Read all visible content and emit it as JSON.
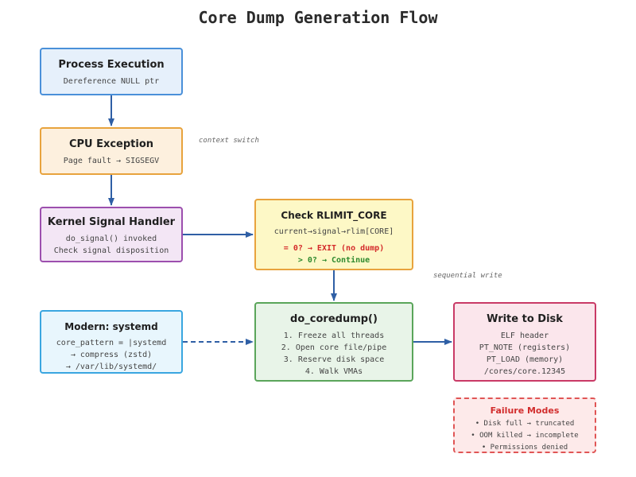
{
  "title": "Core Dump Generation Flow",
  "nodes": {
    "process": {
      "title": "Process Execution",
      "lines": [
        "Dereference NULL ptr"
      ]
    },
    "cpu": {
      "title": "CPU Exception",
      "lines": [
        "Page fault → SIGSEGV"
      ]
    },
    "kernel": {
      "title": "Kernel Signal Handler",
      "lines": [
        "do_signal() invoked",
        "Check signal disposition"
      ]
    },
    "rlimit": {
      "title": "Check RLIMIT_CORE",
      "lines": [
        "current→signal→rlim[CORE]",
        "= 0? → EXIT (no dump)",
        "> 0? → Continue"
      ]
    },
    "coredump": {
      "title": "do_coredump()",
      "lines": [
        "1. Freeze all threads",
        "2. Open core file/pipe",
        "3. Reserve disk space",
        "4. Walk VMAs"
      ]
    },
    "systemd": {
      "title": "Modern: systemd",
      "lines": [
        "core_pattern = |systemd",
        "→ compress (zstd)",
        "→ /var/lib/systemd/"
      ]
    },
    "disk": {
      "title": "Write to Disk",
      "lines": [
        "ELF header",
        "PT_NOTE (registers)",
        "PT_LOAD (memory)",
        "/cores/core.12345"
      ]
    },
    "failure": {
      "title": "Failure Modes",
      "lines": [
        "• Disk full → truncated",
        "• OOM killed → incomplete",
        "• Permissions denied"
      ]
    }
  },
  "annotations": {
    "context_switch": "context switch",
    "sequential_write": "sequential write"
  },
  "colors": {
    "arrow": "#2f5fa5",
    "process": "#4a90d9",
    "cpu": "#e8a33d",
    "kernel": "#9c4fae",
    "rlimit": "#e8a33d",
    "coredump": "#5aa55a",
    "systemd": "#3aa6e0",
    "disk": "#c93a66",
    "failure": "#e05555"
  }
}
